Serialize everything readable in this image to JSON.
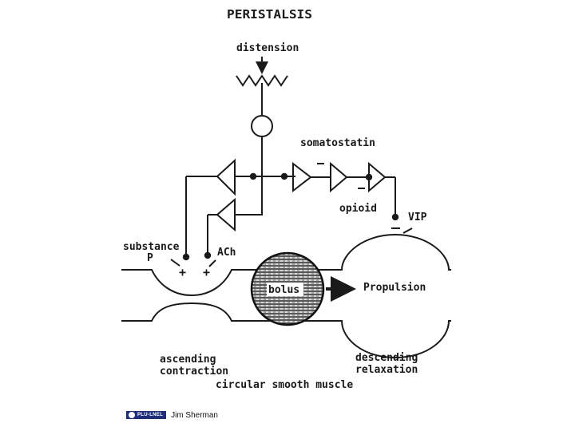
{
  "diagram": {
    "title": "PERISTALSIS",
    "labels": {
      "distension": "distension",
      "somatostatin": "somatostatin",
      "opioid": "opioid",
      "vip": "VIP",
      "substance_p_line1": "substance",
      "substance_p_line2": "P",
      "ach": "ACh",
      "bolus": "bolus",
      "propulsion": "Propulsion",
      "ascending_line1": "ascending",
      "ascending_line2": "contraction",
      "descending_line1": "descending",
      "descending_line2": "relaxation",
      "muscle": "circular smooth muscle"
    },
    "signs": {
      "minus": "−",
      "plus": "+"
    }
  },
  "footer": {
    "logo_text": "PLU-LNEL",
    "credit": "Jim Sherman"
  },
  "colors": {
    "ink": "#1a1a1a",
    "logo_bg": "#1f2f7a",
    "background": "#ffffff"
  }
}
